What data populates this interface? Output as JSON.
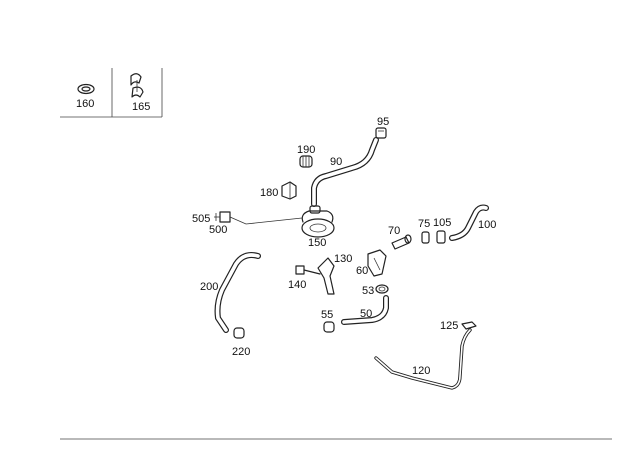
{
  "legend": {
    "cells": [
      {
        "label": "160"
      },
      {
        "label": "165"
      }
    ]
  },
  "callouts": {
    "p50": "50",
    "p53": "53",
    "p55": "55",
    "p60": "60",
    "p70": "70",
    "p75": "75",
    "p90": "90",
    "p95": "95",
    "p100": "100",
    "p105": "105",
    "p120": "120",
    "p125": "125",
    "p130": "130",
    "p140": "140",
    "p150": "150",
    "p180": "180",
    "p190": "190",
    "p200": "200",
    "p220": "220",
    "p500": "500",
    "p505": "505"
  },
  "colors": {
    "line": "#222222",
    "background": "#ffffff"
  }
}
